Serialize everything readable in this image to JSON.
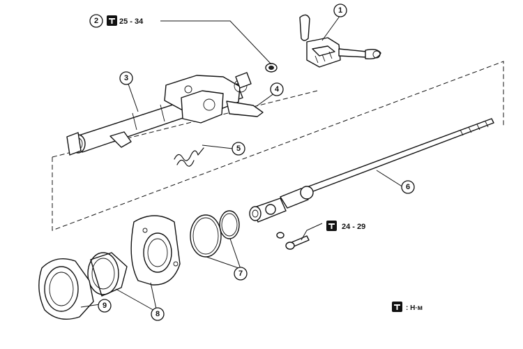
{
  "callouts": {
    "c1": "1",
    "c2": "2",
    "c3": "3",
    "c4": "4",
    "c5": "5",
    "c6": "6",
    "c7": "7",
    "c8": "8",
    "c9": "9"
  },
  "torque": {
    "nut_value": "25 - 34",
    "bolt_value": "24 - 29",
    "legend_unit": ": Н·м"
  },
  "icons": {
    "torque_symbol": "torque-wrench-icon"
  }
}
